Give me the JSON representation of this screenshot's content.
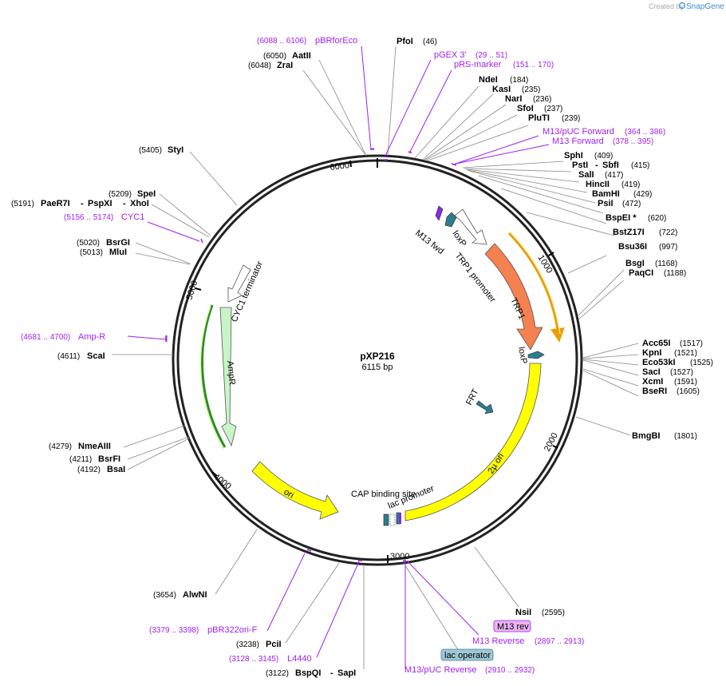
{
  "credit": {
    "text": "Created by",
    "brand": "SnapGene"
  },
  "plasmid": {
    "name": "pXP216",
    "size": "6115 bp"
  },
  "ticks": [
    "1000",
    "2000",
    "3000",
    "4000",
    "5000",
    "6000"
  ],
  "enzymes": [
    {
      "name": "PfoI",
      "pos": "(46)"
    },
    {
      "name": "AatII",
      "pos": "(6050)"
    },
    {
      "name": "ZraI",
      "pos": "(6048)"
    },
    {
      "name": "NdeI",
      "pos": "(184)"
    },
    {
      "name": "KasI",
      "pos": "(235)"
    },
    {
      "name": "NarI",
      "pos": "(236)"
    },
    {
      "name": "SfoI",
      "pos": "(237)"
    },
    {
      "name": "PluTI",
      "pos": "(239)"
    },
    {
      "name": "SphI",
      "pos": "(409)"
    },
    {
      "name": "PstI",
      "pos": "(415)",
      "partner": "SbfI"
    },
    {
      "name": "SalI",
      "pos": "(417)"
    },
    {
      "name": "HincII",
      "pos": "(419)"
    },
    {
      "name": "BamHI",
      "pos": "(429)"
    },
    {
      "name": "PsiI",
      "pos": "(472)"
    },
    {
      "name": "BspEI *",
      "pos": "(620)"
    },
    {
      "name": "BstZ17I",
      "pos": "(722)"
    },
    {
      "name": "Bsu36I",
      "pos": "(997)"
    },
    {
      "name": "BsgI",
      "pos": "(1168)"
    },
    {
      "name": "PaqCI",
      "pos": "(1188)"
    },
    {
      "name": "Acc65I",
      "pos": "(1517)"
    },
    {
      "name": "KpnI",
      "pos": "(1521)"
    },
    {
      "name": "Eco53kI",
      "pos": "(1525)"
    },
    {
      "name": "SacI",
      "pos": "(1527)"
    },
    {
      "name": "XcmI",
      "pos": "(1591)"
    },
    {
      "name": "BseRI",
      "pos": "(1605)"
    },
    {
      "name": "BmgBI",
      "pos": "(1801)"
    },
    {
      "name": "NsiI",
      "pos": "(2595)"
    },
    {
      "name": "StyI",
      "pos": "(5405)"
    },
    {
      "name": "SpeI",
      "pos": "(5209)"
    },
    {
      "name": "PaeR7I",
      "pos": "(5191)",
      "partner": "PspXI",
      "partner2": "XhoI"
    },
    {
      "name": "BsrGI",
      "pos": "(5020)"
    },
    {
      "name": "MluI",
      "pos": "(5013)"
    },
    {
      "name": "ScaI",
      "pos": "(4611)"
    },
    {
      "name": "NmeAIII",
      "pos": "(4279)"
    },
    {
      "name": "BsrFI",
      "pos": "(4211)"
    },
    {
      "name": "BsaI",
      "pos": "(4192)"
    },
    {
      "name": "AlwNI",
      "pos": "(3654)"
    },
    {
      "name": "PciI",
      "pos": "(3238)"
    },
    {
      "name": "BspQI",
      "pos": "(3122)",
      "partner": "SapI"
    }
  ],
  "primers": [
    {
      "name": "pBRforEco",
      "range": "(6088 .. 6106)"
    },
    {
      "name": "pGEX 3'",
      "range": "(29 .. 51)"
    },
    {
      "name": "pRS-marker",
      "range": "(151 .. 170)"
    },
    {
      "name": "M13/pUC Forward",
      "range": "(364 .. 386)"
    },
    {
      "name": "M13 Forward",
      "range": "(378 .. 395)"
    },
    {
      "name": "CYC1",
      "range": "(5156 .. 5174)"
    },
    {
      "name": "Amp-R",
      "range": "(4681 .. 4700)"
    },
    {
      "name": "pBR322ori-F",
      "range": "(3379 .. 3398)"
    },
    {
      "name": "L4440",
      "range": "(3128 .. 3145)"
    },
    {
      "name": "M13 Reverse",
      "range": "(2897 .. 2913)"
    },
    {
      "name": "M13/pUC Reverse",
      "range": "(2910 .. 2932)"
    }
  ],
  "boxed_labels": [
    {
      "name": "M13 rev",
      "color": "#e8b4f0"
    },
    {
      "name": "lac operator",
      "color": "#9fc7d6"
    }
  ],
  "features": [
    {
      "name": "TRP1",
      "color": "#f58050"
    },
    {
      "name": "TRP1 promoter",
      "color": "#ffffff"
    },
    {
      "name": "2µ ori",
      "color": "#ffff00"
    },
    {
      "name": "ori",
      "color": "#ffff00"
    },
    {
      "name": "AmpR",
      "color": "#c8f5c8"
    },
    {
      "name": "CYC1 terminator",
      "color": "#ffffff"
    },
    {
      "name": "loxP",
      "color": "#2e7d8f"
    },
    {
      "name": "loxP",
      "color": "#2e7d8f"
    },
    {
      "name": "M13 fwd",
      "color": "#8a2be2"
    },
    {
      "name": "FRT",
      "color": "#2e7d8f"
    },
    {
      "name": "CAP binding site",
      "color": "#2e7d8f"
    },
    {
      "name": "lac promoter",
      "color": "#ffffff"
    }
  ]
}
